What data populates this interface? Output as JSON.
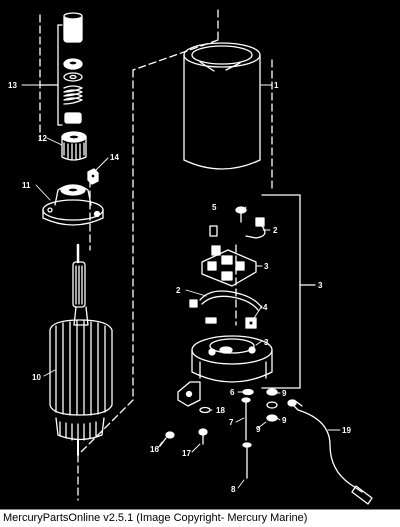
{
  "footer": {
    "caption": "MercuryPartsOnline v2.5.1 (Image Copyright- Mercury Marine)"
  },
  "callouts": {
    "c1": "1",
    "c2a": "2",
    "c2b": "2",
    "c3a": "3",
    "c3b": "3",
    "c3c": "3",
    "c4": "4",
    "c5": "5",
    "c6": "6",
    "c7": "7",
    "c8": "8",
    "c9a": "9",
    "c9b": "9",
    "c9c": "9",
    "c10": "10",
    "c11": "11",
    "c12": "12",
    "c13": "13",
    "c14": "14",
    "c16": "16",
    "c17": "17",
    "c18": "18",
    "c19": "19"
  },
  "colors": {
    "background": "#000000",
    "line": "#ffffff",
    "footer_bg": "#ffffff",
    "footer_text": "#000000"
  }
}
